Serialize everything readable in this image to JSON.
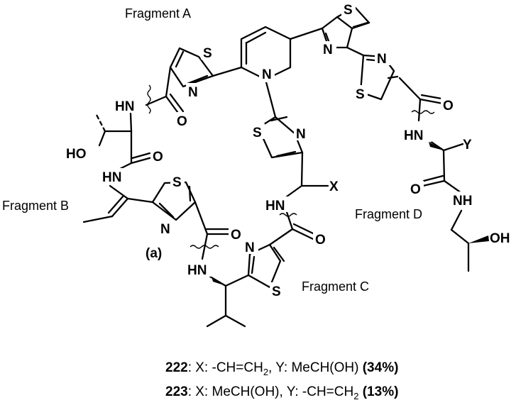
{
  "fragments": {
    "a": "Fragment A",
    "b": "Fragment B",
    "c": "Fragment C",
    "d": "Fragment D"
  },
  "atoms": {
    "S": "S",
    "N": "N",
    "O": "O",
    "NH": "NH",
    "HN": "HN",
    "HO": "HO",
    "OH": "OH",
    "X": "X",
    "Y": "Y"
  },
  "site_label": "(a)",
  "products": [
    {
      "compound": "222",
      "x_group": "-CH=CH",
      "x_sub": "2",
      "y_group": "MeCH(OH)",
      "y_sub": "",
      "yield": "(34%)"
    },
    {
      "compound": "223",
      "x_group": "MeCH(OH)",
      "x_sub": "",
      "y_group": "-CH=CH",
      "y_sub": "2",
      "yield": "(13%)"
    }
  ],
  "caption_parts": {
    "colon": ":",
    "x_label": " X: ",
    "y_label": ", Y: ",
    "space": " "
  }
}
